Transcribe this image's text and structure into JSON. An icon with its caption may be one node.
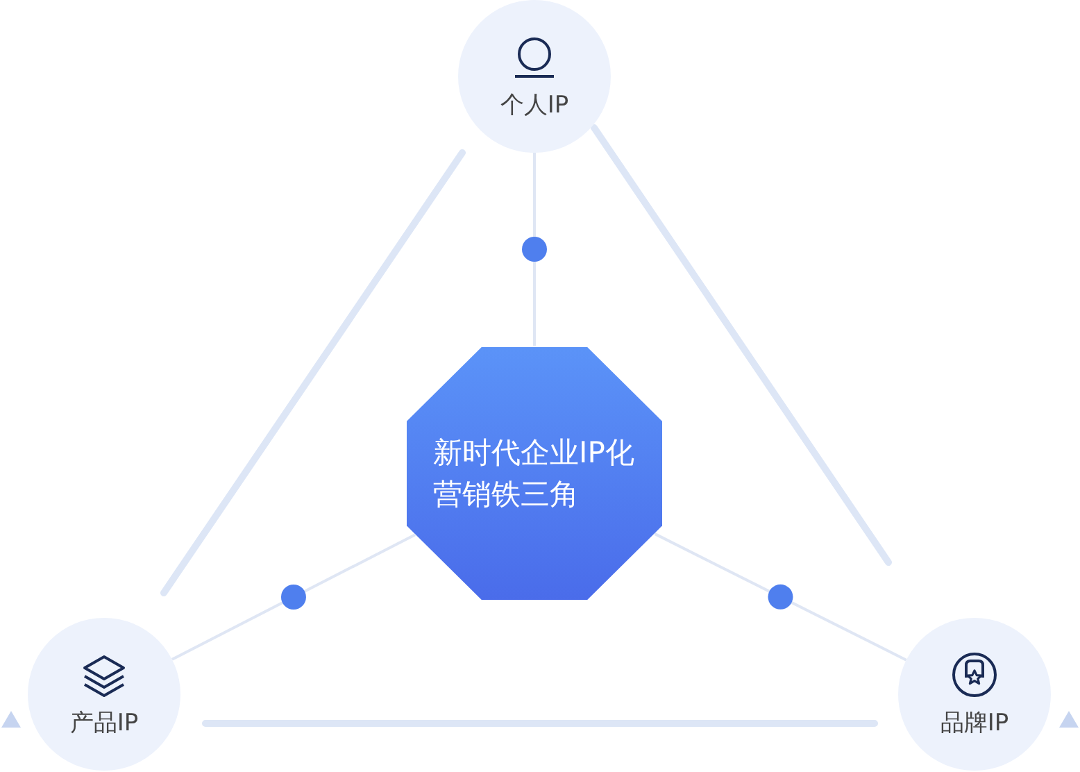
{
  "diagram": {
    "nodes": [
      {
        "text": [
          "新时代企业IP化营销铁三角"
        ]
      },
      {
        "text": [
          "个人IP"
        ]
      },
      {
        "text": [
          "产品IP"
        ]
      },
      {
        "text": [
          "品牌IP"
        ]
      }
    ],
    "edges": [
      {
        "from": 0,
        "to": 1,
        "arrow": "none"
      },
      {
        "from": 0,
        "to": 2,
        "arrow": "none"
      },
      {
        "from": 0,
        "to": 3,
        "arrow": "none"
      }
    ]
  }
}
